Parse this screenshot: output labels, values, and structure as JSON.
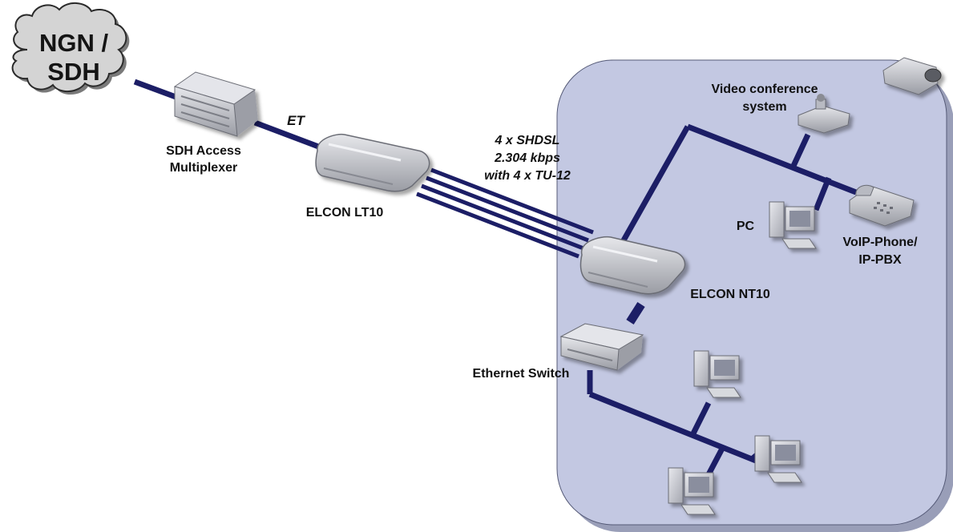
{
  "diagram": {
    "colors": {
      "link": "#1c1e66",
      "customer_area": "#c3c8e2",
      "customer_area_border": "#333333",
      "device_body": "#c4c6cc",
      "cloud_fill": "#d4d4d4",
      "label": "#111111"
    },
    "cloud": {
      "line1": "NGN /",
      "line2": "SDH"
    },
    "labels": {
      "sdh_line1": "SDH Access",
      "sdh_line2": "Multiplexer",
      "et": "ET",
      "lt10": "ELCON LT10",
      "shdsl_line1": "4 x SHDSL",
      "shdsl_line2": "2.304 kbps",
      "shdsl_line3": "with 4 x TU-12",
      "nt10": "ELCON NT10",
      "video_line1": "Video conference",
      "video_line2": "system",
      "pc": "PC",
      "voip_line1": "VoIP-Phone/",
      "voip_line2": "IP-PBX",
      "ethernet_switch": "Ethernet Switch"
    },
    "icons": [
      "cloud-icon",
      "multiplexer-icon",
      "router-icon",
      "video-conference-icon",
      "ip-phone-icon",
      "pc-icon",
      "projector-icon",
      "switch-icon"
    ]
  }
}
